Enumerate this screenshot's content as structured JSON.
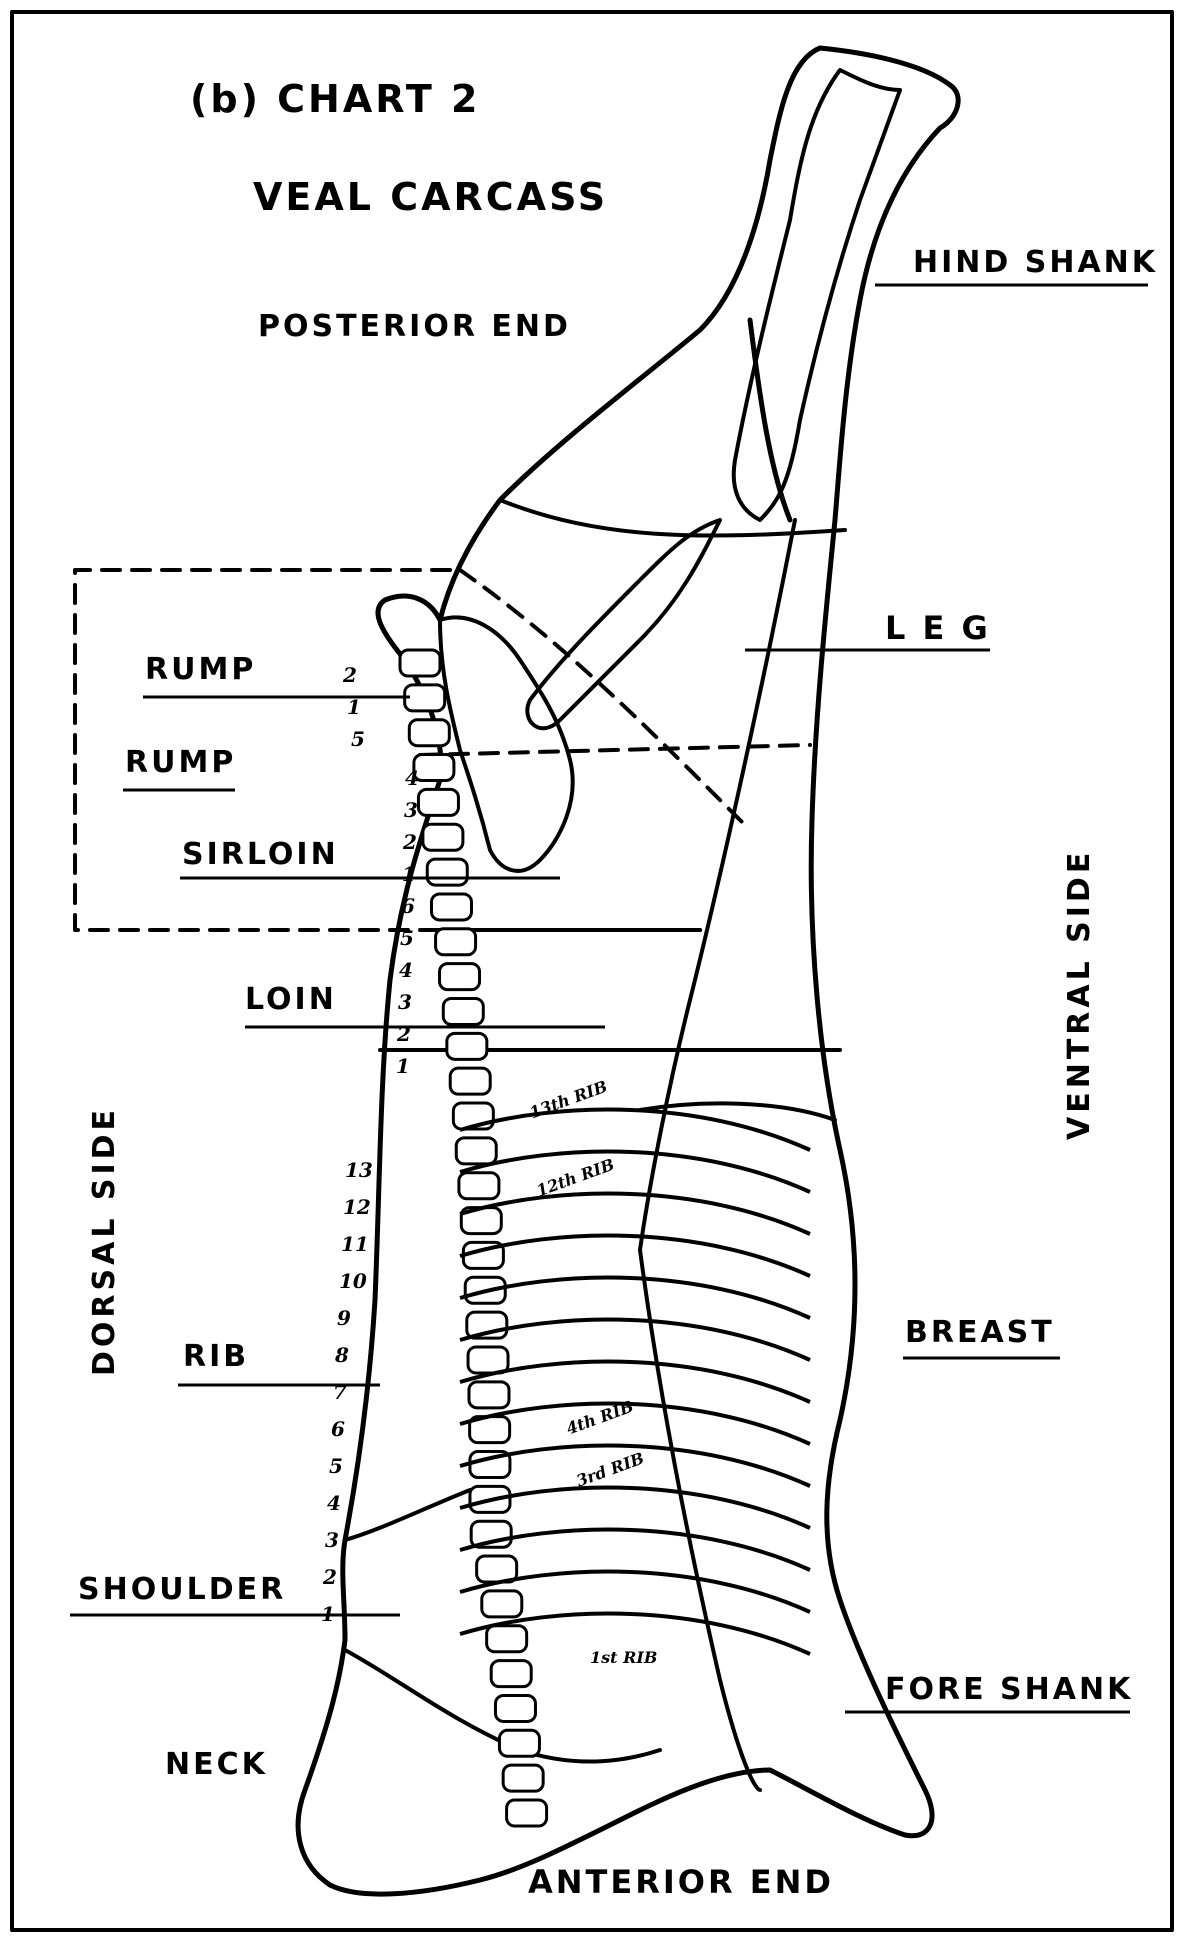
{
  "header": {
    "chart_number": "(b) CHART 2",
    "title": "VEAL CARCASS",
    "posterior": "POSTERIOR END",
    "anterior": "ANTERIOR END"
  },
  "sides": {
    "dorsal": "DORSAL SIDE",
    "ventral": "VENTRAL SIDE"
  },
  "cuts": {
    "hind_shank": "HIND SHANK",
    "leg": "L E G",
    "rump_upper": "RUMP",
    "rump_lower": "RUMP",
    "sirloin": "SIRLOIN",
    "loin": "LOIN",
    "rib": "RIB",
    "breast": "BREAST",
    "shoulder": "SHOULDER",
    "fore_shank": "FORE SHANK",
    "neck": "NECK"
  },
  "rib_markers": {
    "r13": "13th RIB",
    "r12": "12th RIB",
    "r4": "4th RIB",
    "r3": "3rd RIB",
    "r1": "1st RIB"
  },
  "vertebrae": {
    "sacral": [
      "2",
      "1",
      "5"
    ],
    "lumbar": [
      "4",
      "3",
      "2",
      "1",
      "6",
      "5",
      "4",
      "3",
      "2",
      "1"
    ],
    "thoracic": [
      "13",
      "12",
      "11",
      "10",
      "9",
      "8",
      "7",
      "6",
      "5",
      "4",
      "3",
      "2",
      "1"
    ]
  }
}
